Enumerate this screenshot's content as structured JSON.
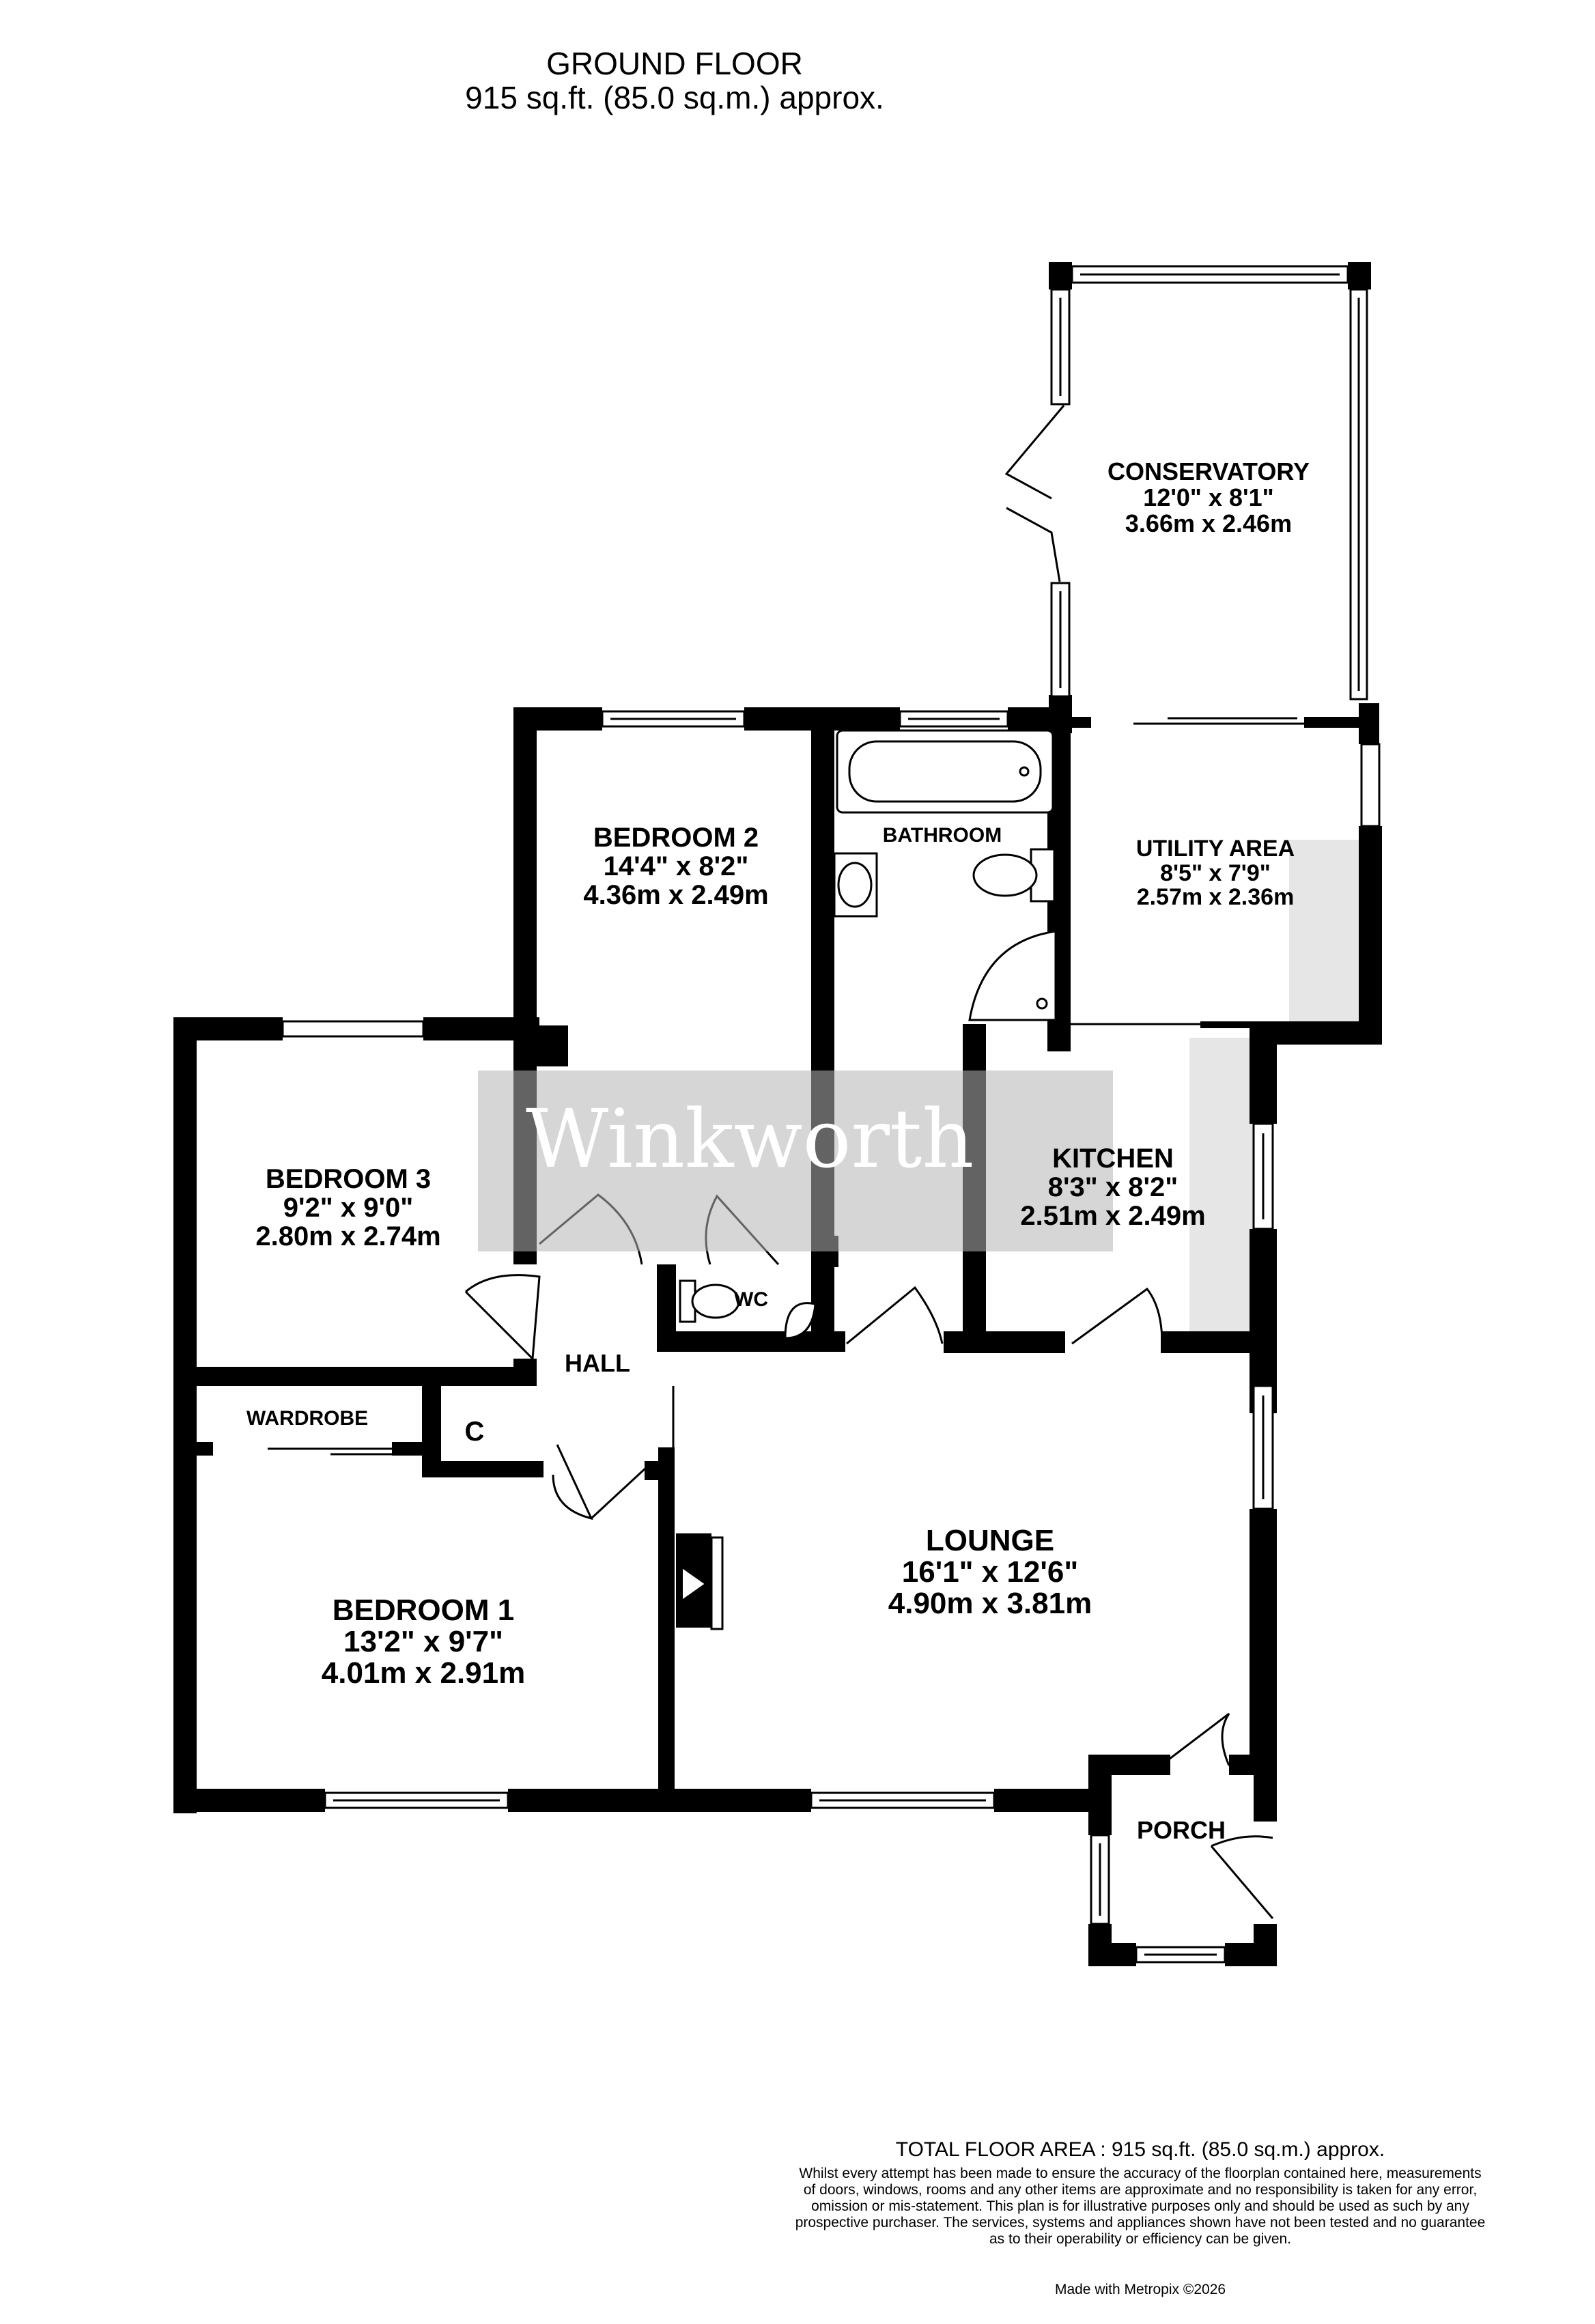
{
  "header": {
    "title": "GROUND FLOOR",
    "area": "915 sq.ft. (85.0 sq.m.) approx."
  },
  "watermark": "Winkworth",
  "rooms": {
    "conservatory": {
      "name": "CONSERVATORY",
      "imperial": "12'0\"  x 8'1\"",
      "metric": "3.66m  x 2.46m"
    },
    "bedroom2": {
      "name": "BEDROOM 2",
      "imperial": "14'4\"  x 8'2\"",
      "metric": "4.36m  x 2.49m"
    },
    "bathroom": {
      "name": "BATHROOM"
    },
    "utility": {
      "name": "UTILITY AREA",
      "imperial": "8'5\"  x 7'9\"",
      "metric": "2.57m  x 2.36m"
    },
    "bedroom3": {
      "name": "BEDROOM 3",
      "imperial": "9'2\"  x 9'0\"",
      "metric": "2.80m  x 2.74m"
    },
    "kitchen": {
      "name": "KITCHEN",
      "imperial": "8'3\"  x 8'2\"",
      "metric": "2.51m  x 2.49m"
    },
    "wc": {
      "name": "WC"
    },
    "hall": {
      "name": "HALL"
    },
    "wardrobe": {
      "name": "WARDROBE"
    },
    "cupboard": {
      "name": "C"
    },
    "lounge": {
      "name": "LOUNGE",
      "imperial": "16'1\"  x 12'6\"",
      "metric": "4.90m  x 3.81m"
    },
    "bedroom1": {
      "name": "BEDROOM 1",
      "imperial": "13'2\"  x 9'7\"",
      "metric": "4.01m  x 2.91m"
    },
    "porch": {
      "name": "PORCH"
    }
  },
  "footer": {
    "total": "TOTAL FLOOR AREA : 915 sq.ft. (85.0 sq.m.) approx.",
    "disclaimer_lines": [
      "Whilst every attempt has been made to ensure the accuracy of the floorplan contained here, measurements",
      "of doors, windows, rooms and any other items are approximate and no responsibility is taken for any error,",
      "omission or mis-statement. This plan is for illustrative purposes only and should be used as such by any",
      "prospective purchaser. The services, systems and appliances shown have not been tested and no guarantee",
      "as to their operability or efficiency can be given."
    ],
    "made_with": "Made with Metropix ©2026"
  },
  "colors": {
    "wall": "#000000",
    "watermark_box": "#b4b4b4",
    "shade": "#e6e6e6"
  }
}
